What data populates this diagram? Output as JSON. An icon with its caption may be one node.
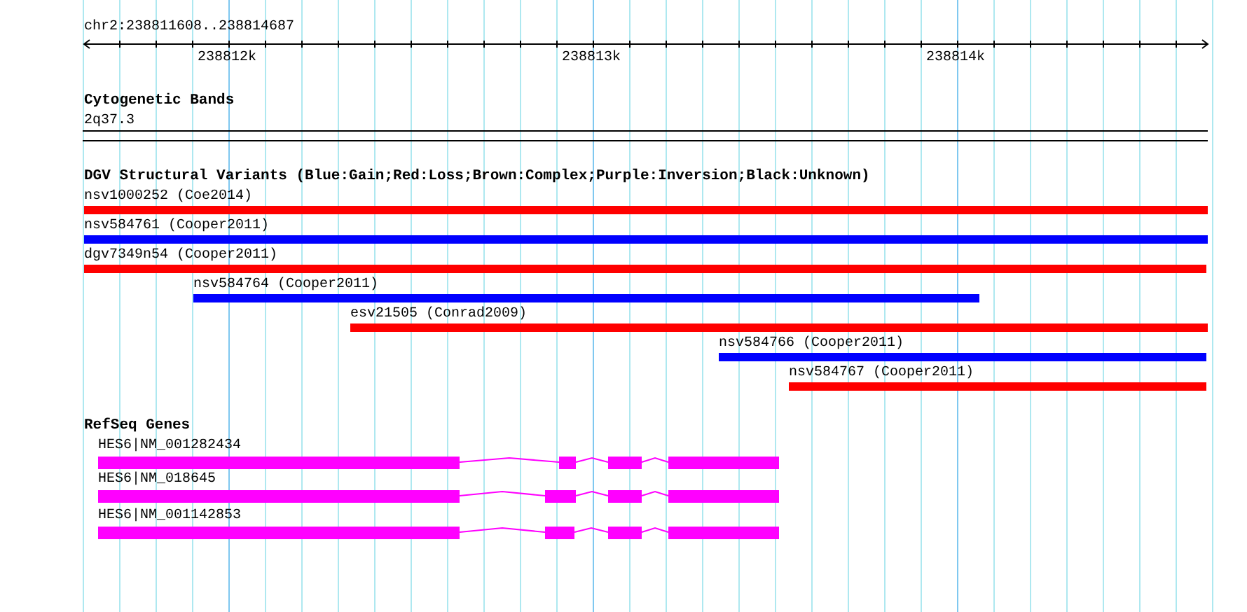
{
  "diagram": {
    "nodes": [
      {
        "text": [
          "nsv1000252 (Coe2014)"
        ]
      },
      {
        "text": [
          "nsv584761 (Cooper2011)"
        ]
      },
      {
        "text": [
          "dgv7349n54 (Cooper2011)"
        ]
      },
      {
        "text": [
          "nsv584764 (Cooper2011)"
        ]
      },
      {
        "text": [
          "esv21505 (Conrad2009)"
        ]
      },
      {
        "text": [
          "nsv584766 (Cooper2011)"
        ]
      },
      {
        "text": [
          "nsv584767 (Cooper2011)"
        ]
      },
      {
        "text": [
          "HES6|NM_001282434"
        ]
      },
      {
        "text": [
          "HES6|NM_018645"
        ]
      },
      {
        "text": [
          "HES6|NM_001142853"
        ]
      }
    ],
    "labels": [
      "chr2:238811608..238814687",
      "238812k",
      "238813k",
      "238814k",
      "Cytogenetic Bands",
      "2q37.3",
      "DGV Structural Variants (Blue:Gain;Red:Loss;Brown:Complex;Purple:Inversion;Black:Unknown)",
      "RefSeq Genes"
    ]
  }
}
